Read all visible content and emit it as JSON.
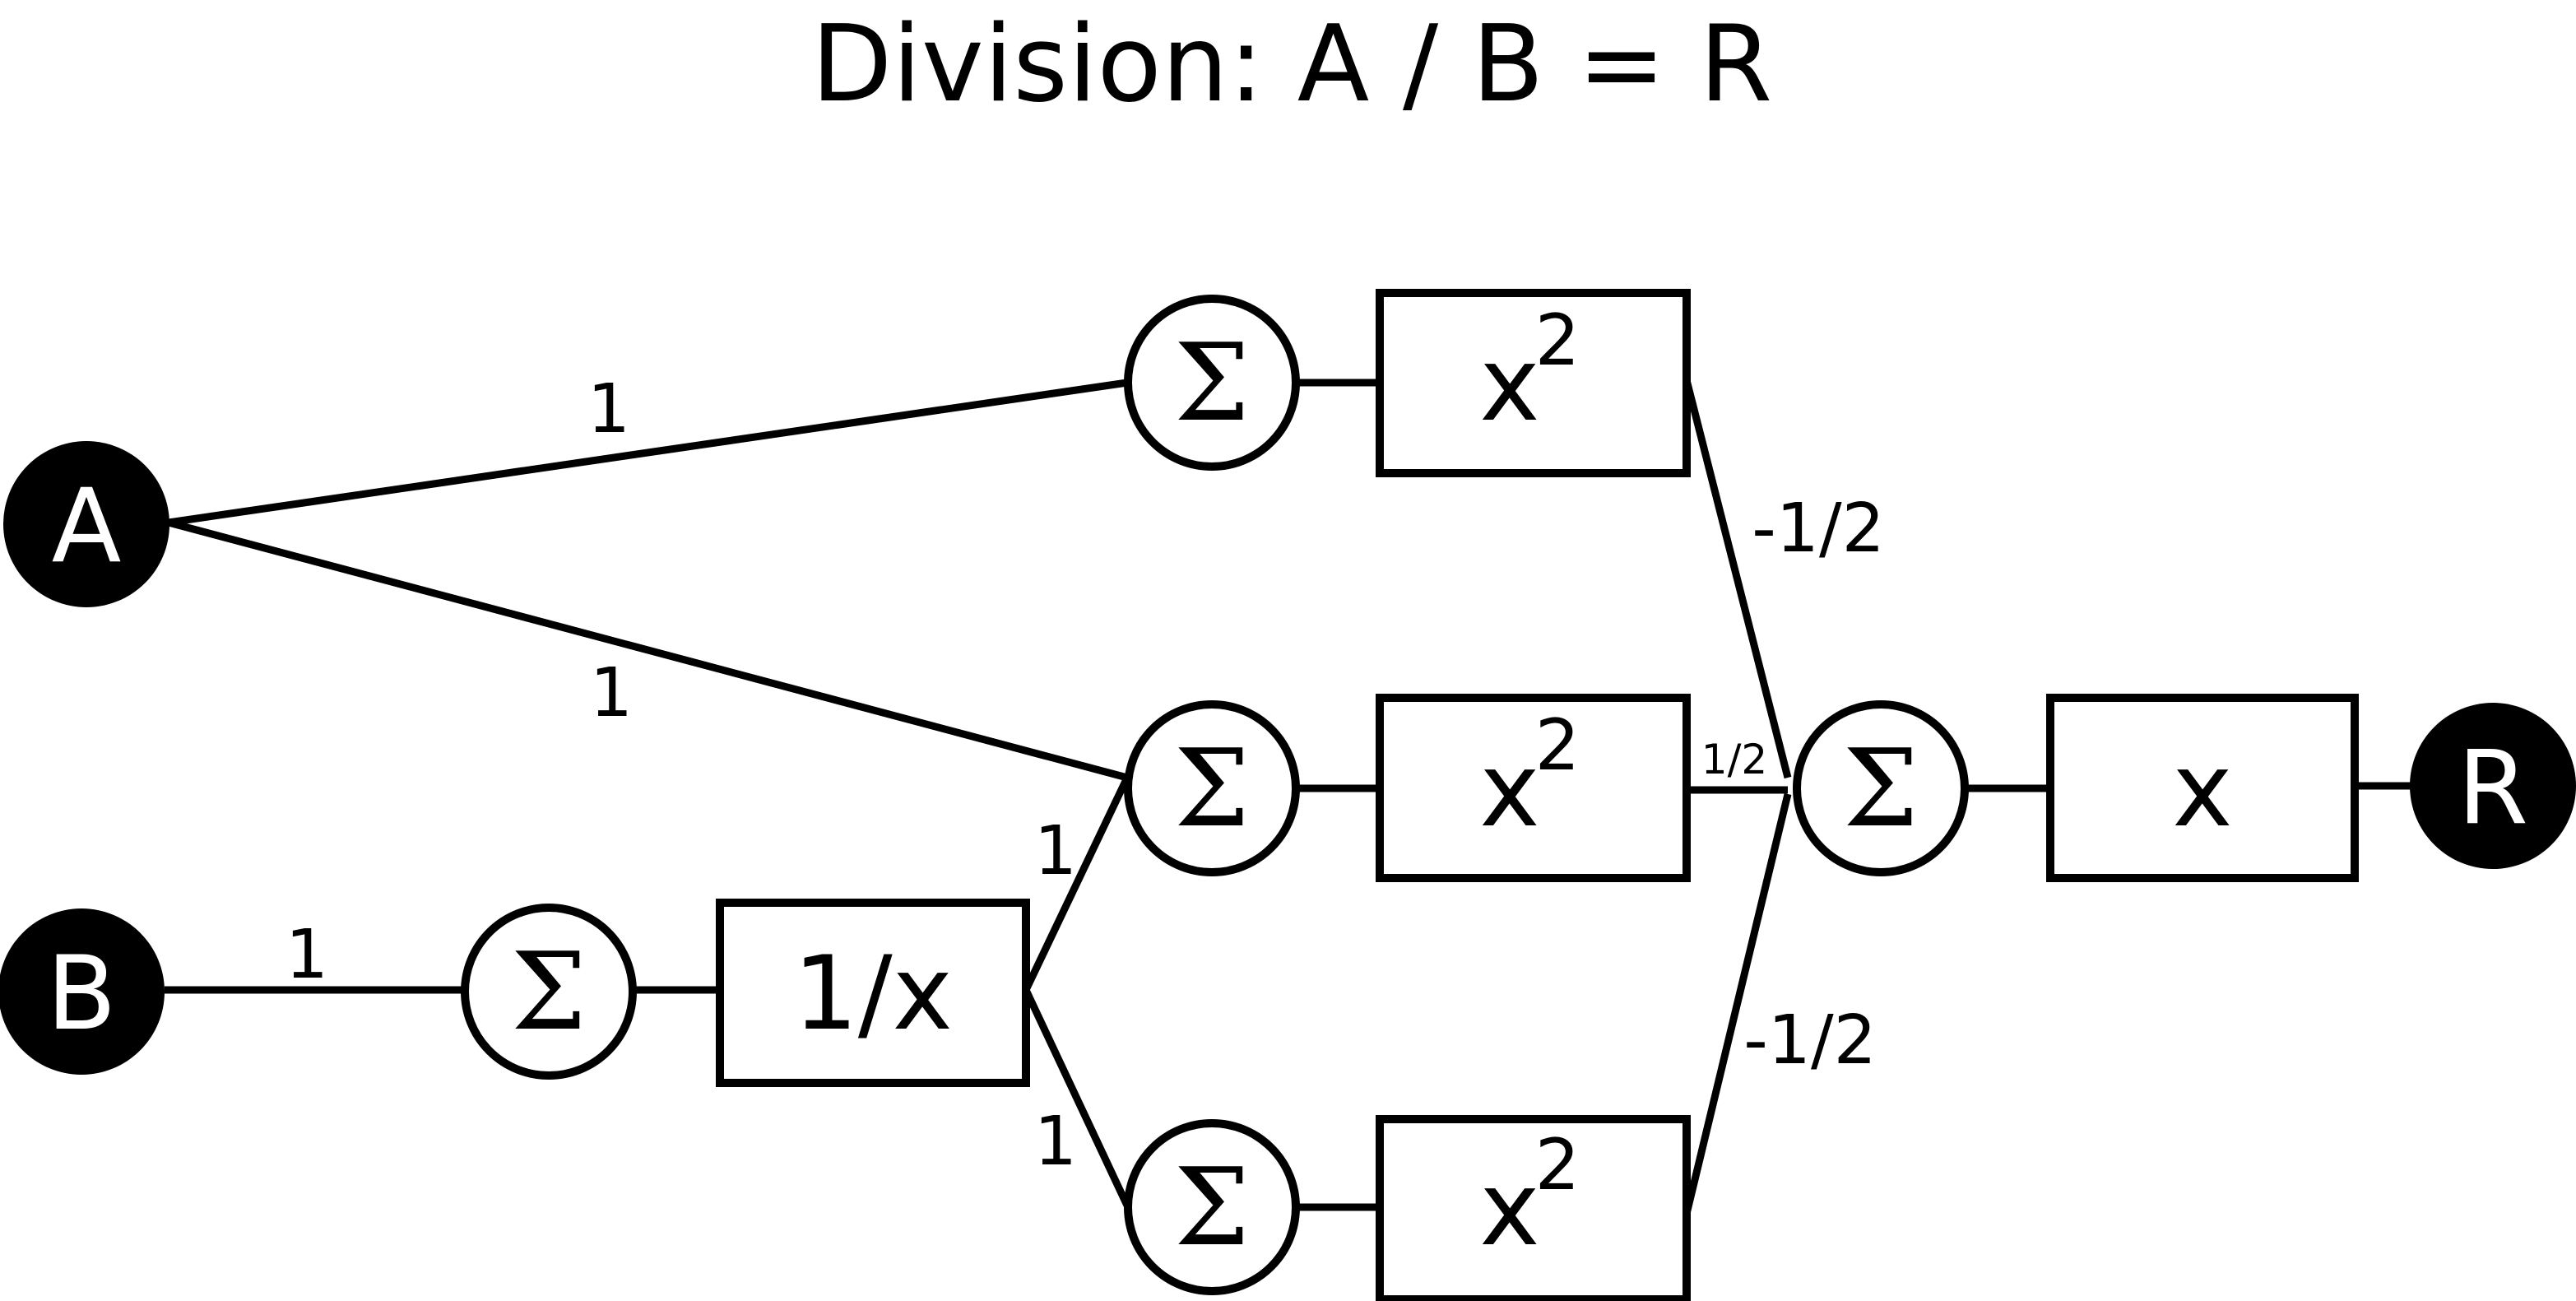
{
  "title": "Division: A / B = R",
  "inputs": {
    "a": "A",
    "b": "B"
  },
  "output": {
    "r": "R"
  },
  "sum_symbol": "Σ",
  "functions": {
    "reciprocal": "1/x",
    "square_base": "x",
    "square_exp": "2",
    "identity": "x"
  },
  "weights": {
    "a_to_top": "1",
    "a_to_mid": "1",
    "b_to_sum": "1",
    "recip_to_mid": "1",
    "recip_to_bottom": "1",
    "top_to_out": "-1/2",
    "mid_to_out": "1/2",
    "bottom_to_out": "-1/2"
  }
}
